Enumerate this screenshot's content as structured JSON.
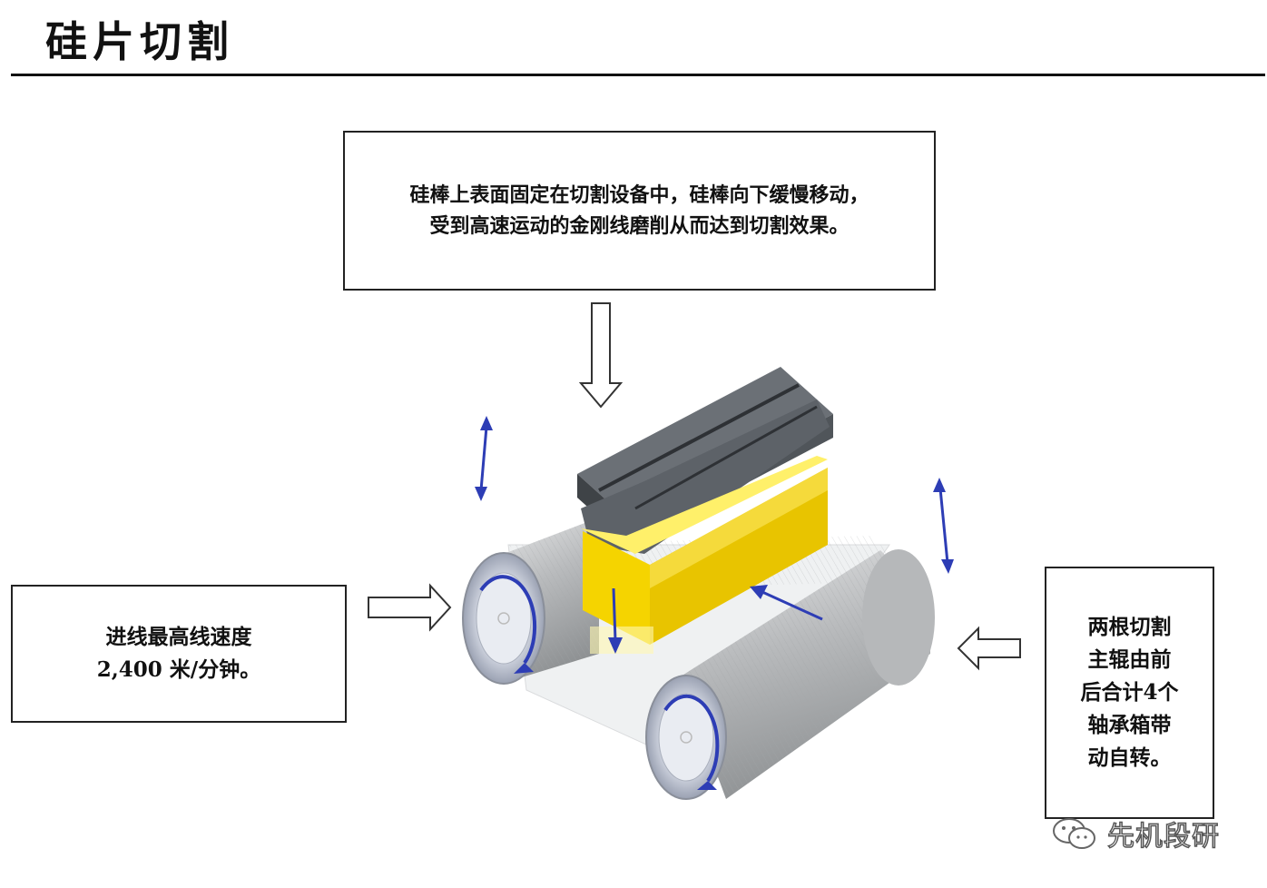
{
  "header": {
    "title": "硅片切割"
  },
  "callouts": {
    "top": {
      "lines": [
        "硅棒上表面固定在切割设备中，硅棒向下缓慢移动，",
        "受到高速运动的金刚线磨削从而达到切割效果。"
      ]
    },
    "left": {
      "lines": [
        "进线最高线速度",
        "2,400 米/分钟。"
      ]
    },
    "right": {
      "lines": [
        "两根切割",
        "主辊由前",
        "后合计4个",
        "轴承箱带",
        "动自转。"
      ]
    }
  },
  "watermark": {
    "text": "先机段研",
    "icon": "wechat-icon"
  },
  "colors": {
    "ingot": "#f5d400",
    "holder": "#555a60",
    "roller": "#b7b9bb",
    "arrow": "#2d3db5"
  }
}
